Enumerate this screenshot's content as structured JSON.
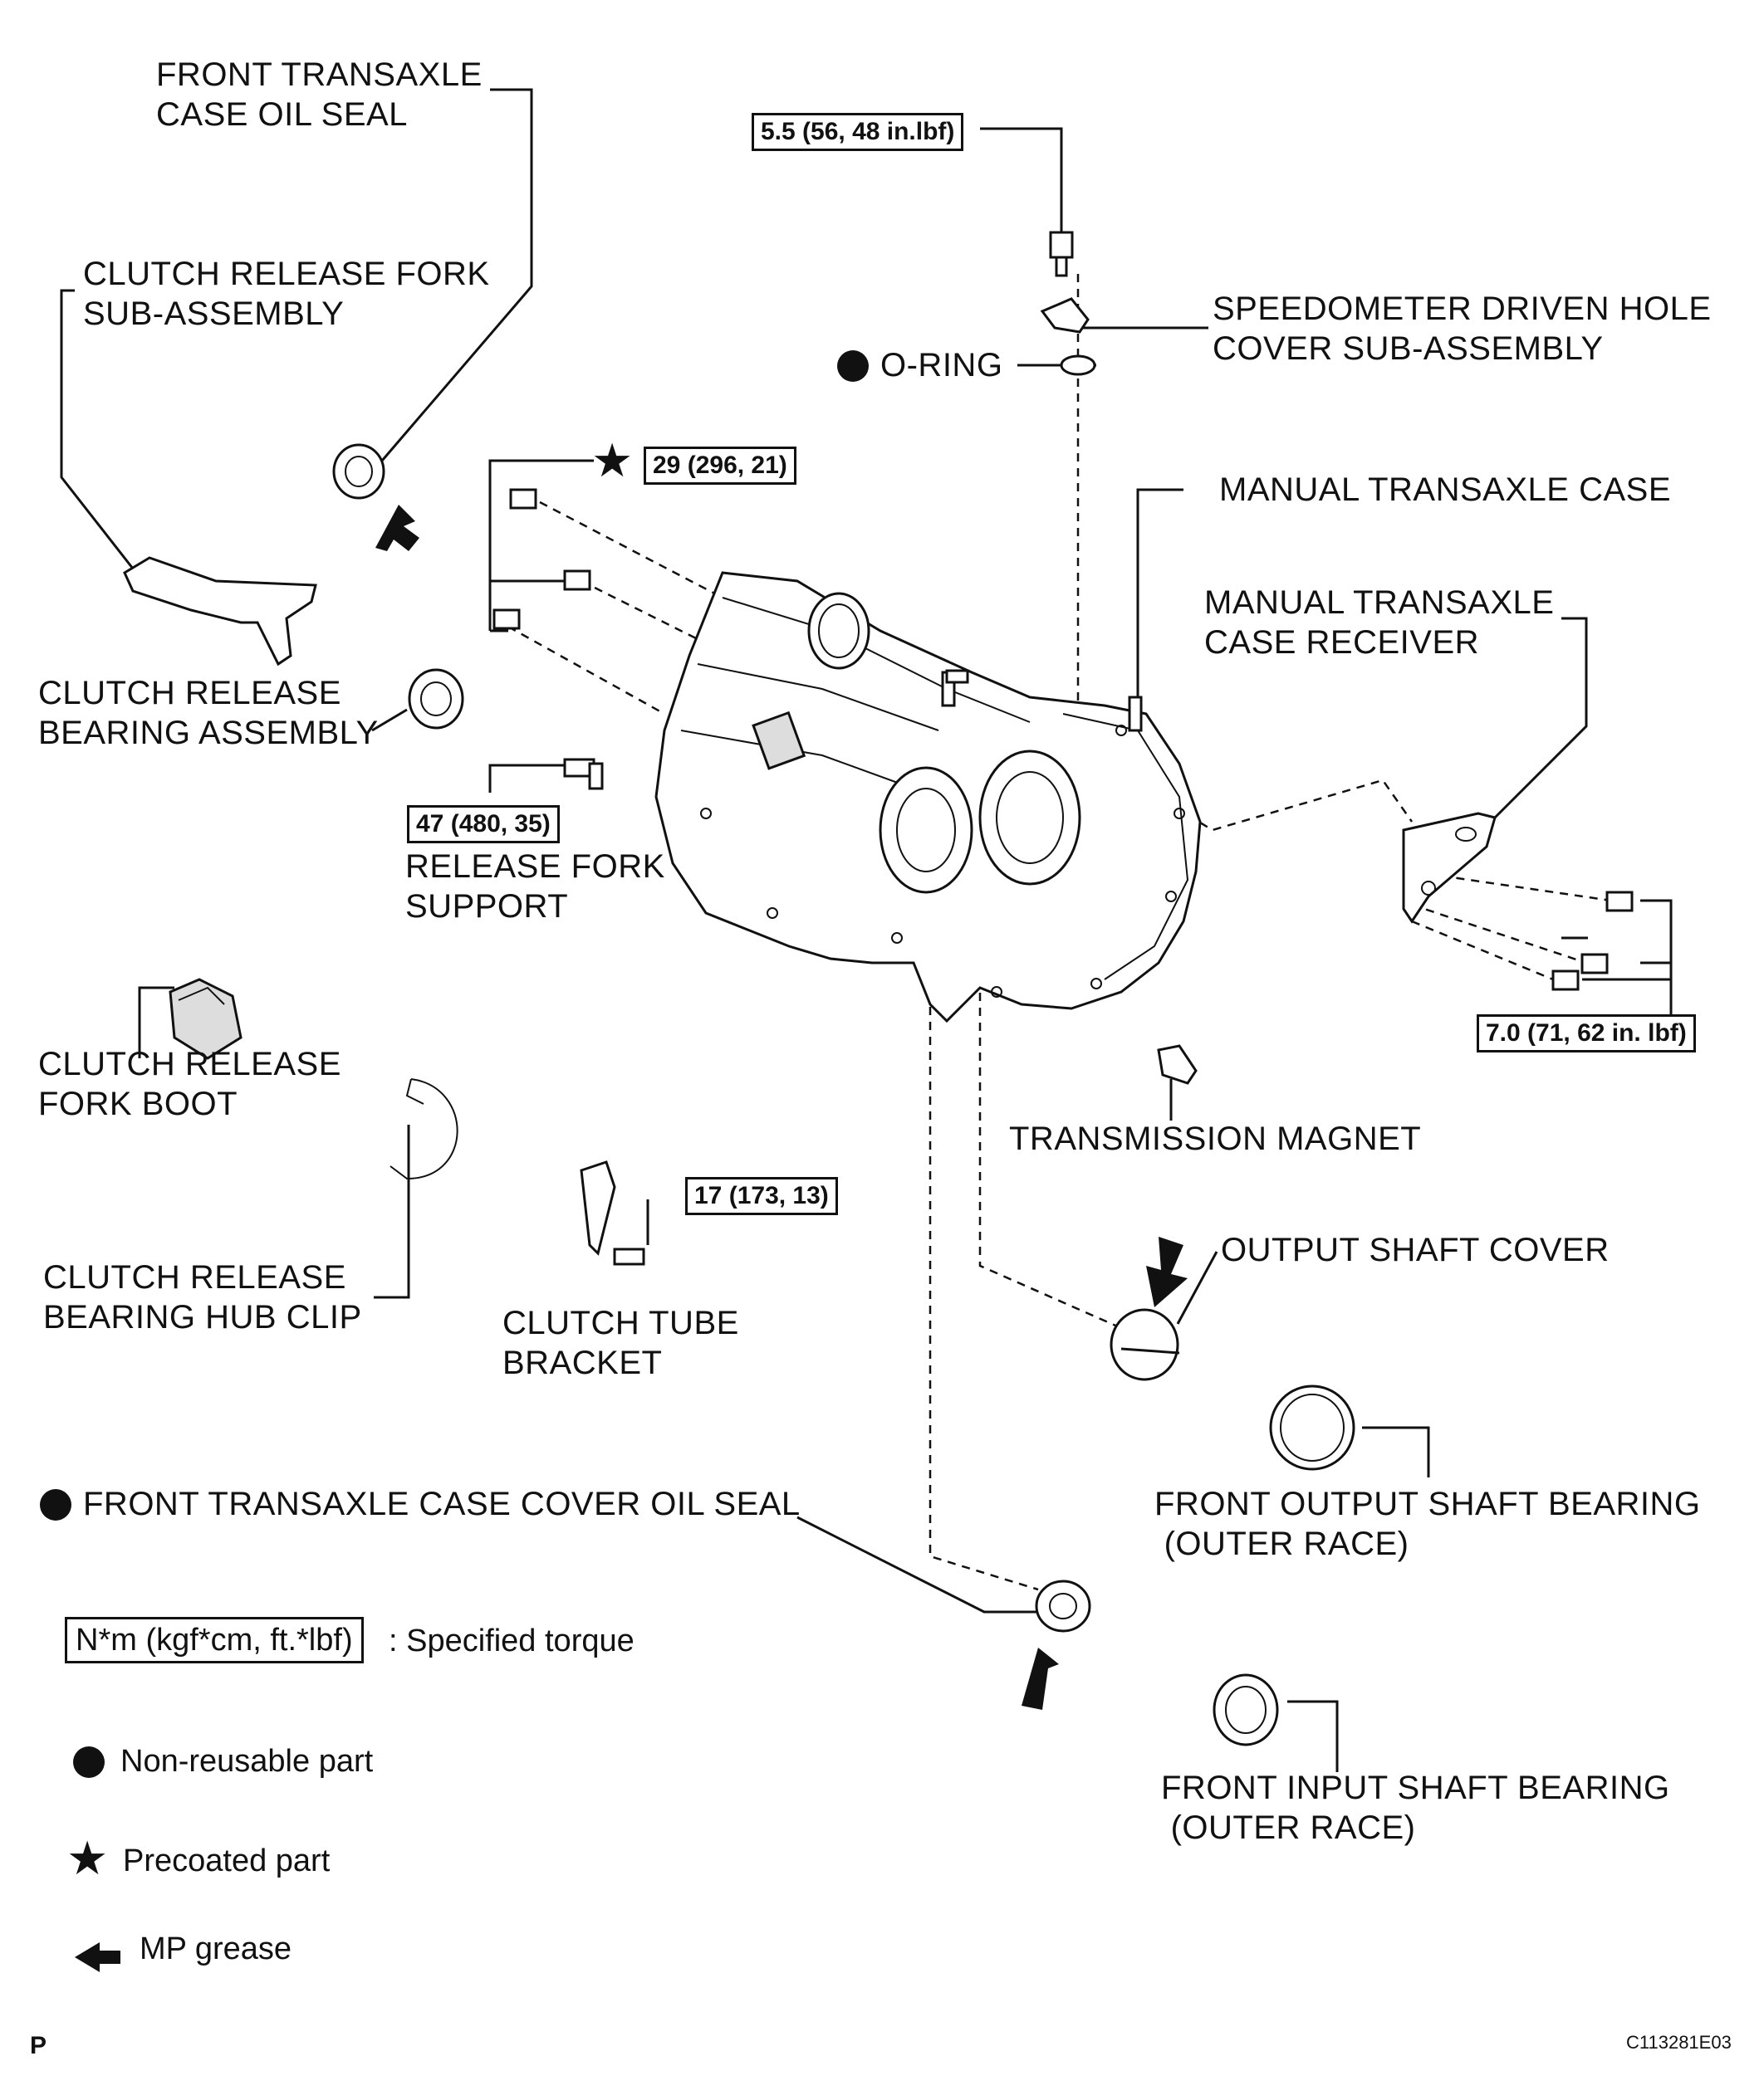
{
  "labels": {
    "front_transaxle_case_oil_seal": "FRONT TRANSAXLE\nCASE OIL SEAL",
    "clutch_release_fork_sub_assembly": "CLUTCH RELEASE FORK\nSUB-ASSEMBLY",
    "clutch_release_bearing_assembly": "CLUTCH RELEASE\nBEARING ASSEMBLY",
    "release_fork_support": "RELEASE FORK\nSUPPORT",
    "clutch_release_fork_boot": "CLUTCH RELEASE\nFORK BOOT",
    "clutch_release_bearing_hub_clip": "CLUTCH RELEASE\nBEARING HUB CLIP",
    "clutch_tube_bracket": "CLUTCH TUBE\nBRACKET",
    "speedometer_driven_hole_cover": "SPEEDOMETER DRIVEN HOLE\nCOVER SUB-ASSEMBLY",
    "o_ring": "O-RING",
    "manual_transaxle_case": "MANUAL TRANSAXLE CASE",
    "manual_transaxle_case_receiver": "MANUAL TRANSAXLE\nCASE RECEIVER",
    "transmission_magnet": "TRANSMISSION MAGNET",
    "output_shaft_cover": "OUTPUT SHAFT COVER",
    "front_output_shaft_bearing": "FRONT OUTPUT SHAFT BEARING\n (OUTER RACE)",
    "front_input_shaft_bearing": "FRONT INPUT SHAFT BEARING\n (OUTER RACE)",
    "front_transaxle_case_cover_oil_seal": "FRONT TRANSAXLE CASE COVER OIL SEAL"
  },
  "torques": {
    "speedometer_bolt": "5.5 (56, 48 in.lbf)",
    "case_bolts": "29 (296, 21)",
    "release_fork_support": "47 (480, 35)",
    "receiver_bolts": "7.0 (71, 62 in. lbf)",
    "clutch_tube_bracket": "17 (173, 13)"
  },
  "legend": {
    "torque_unit": "N*m (kgf*cm, ft.*lbf)",
    "torque_text": ": Specified torque",
    "non_reusable": "Non-reusable part",
    "precoated": "Precoated part",
    "mp_grease": "MP grease"
  },
  "symbols": {
    "star": "★",
    "non_reusable_icon": "black-dot-icon",
    "grease_icon": "black-arrow-icon"
  },
  "corner": {
    "left": "P",
    "code": "C113281E03"
  }
}
